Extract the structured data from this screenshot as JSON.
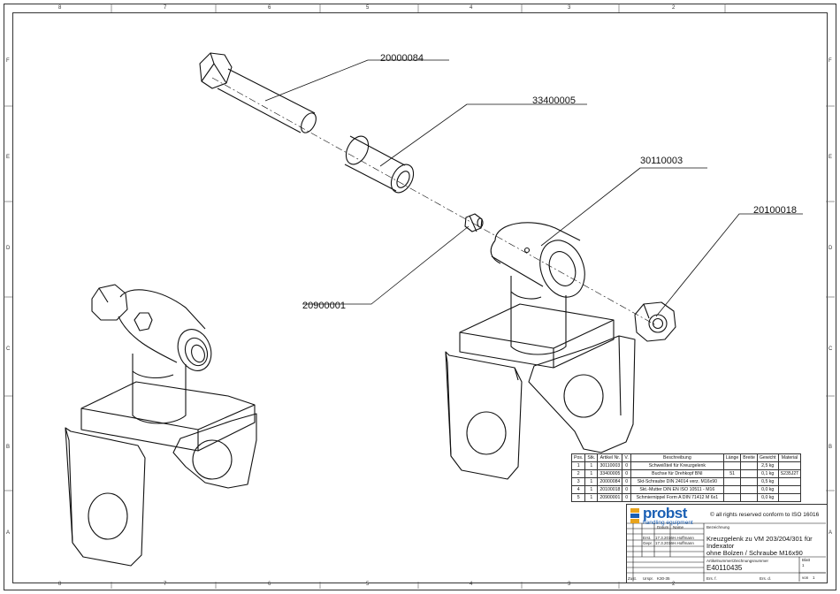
{
  "frame": {
    "zones_top": [
      "8",
      "7",
      "6",
      "5",
      "4",
      "3",
      "2"
    ],
    "zones_bottom": [
      "8",
      "7",
      "6",
      "5",
      "4",
      "3",
      "2"
    ],
    "zones_side": [
      "F",
      "E",
      "D",
      "C",
      "B",
      "A"
    ]
  },
  "callouts": [
    {
      "id": "bolt",
      "text": "20000084"
    },
    {
      "id": "bush",
      "text": "33400005"
    },
    {
      "id": "weld",
      "text": "30110003"
    },
    {
      "id": "nut",
      "text": "20100018"
    },
    {
      "id": "nipple",
      "text": "20900001"
    }
  ],
  "parts_table": {
    "headers": [
      "Pos.",
      "Stk.",
      "Artikel Nr.",
      "V.",
      "Beschreibung",
      "Länge",
      "Breite",
      "Gewicht",
      "Material"
    ],
    "rows": [
      [
        "1",
        "1",
        "30110003",
        "0",
        "Schweißteil für Kreuzgelenk",
        "",
        "",
        "2,5 kg",
        ""
      ],
      [
        "2",
        "1",
        "33400005",
        "0",
        "Buchse für Drehkopf BNI",
        "51",
        "",
        "0,1 kg",
        "S235J2T"
      ],
      [
        "3",
        "1",
        "20000084",
        "0",
        "Skt-Schraube DIN 24014 verz. M16x90",
        "",
        "",
        "0,5 kg",
        ""
      ],
      [
        "4",
        "1",
        "20100018",
        "0",
        "Skt.-Mutter DIN EN ISO 10511 - M16",
        "",
        "",
        "0,0 kg",
        ""
      ],
      [
        "5",
        "1",
        "20900001",
        "0",
        "Schmiernippel Form A DIN 71412 M 6x1",
        "",
        "",
        "0,0 kg",
        ""
      ]
    ]
  },
  "title_block": {
    "logo": "probst",
    "logo_sub": "handling equipment",
    "copyright": "© all rights reserved conform to ISO 16016",
    "bezeichnung_label": "Bezeichnung",
    "datum_label": "Datum",
    "name_label": "Name",
    "erst_label": "Erst.",
    "erst_date": "17.3.2016",
    "erst_name": "H.Hoffmann",
    "gepr_label": "Gepr.",
    "gepr_date": "17.3.2016",
    "gepr_name": "H.Hoffmann",
    "description_lines": [
      "Kreuzgelenk zu VM 203/204/301 für",
      "Indexator",
      "ohne Bolzen / Schraube M16x90"
    ],
    "artnr_label": "Artikelnummer/Zeichnungsnummer",
    "artnr": "E40110435",
    "blatt_label": "Blatt",
    "blatt": "1",
    "von_label": "von",
    "von": "1",
    "zust_label": "Zust.",
    "urspr_label": "Urspr.",
    "urspr": "K30-35",
    "ers_fuer": "Ers. f.",
    "ers_durch": "Ers. d."
  }
}
